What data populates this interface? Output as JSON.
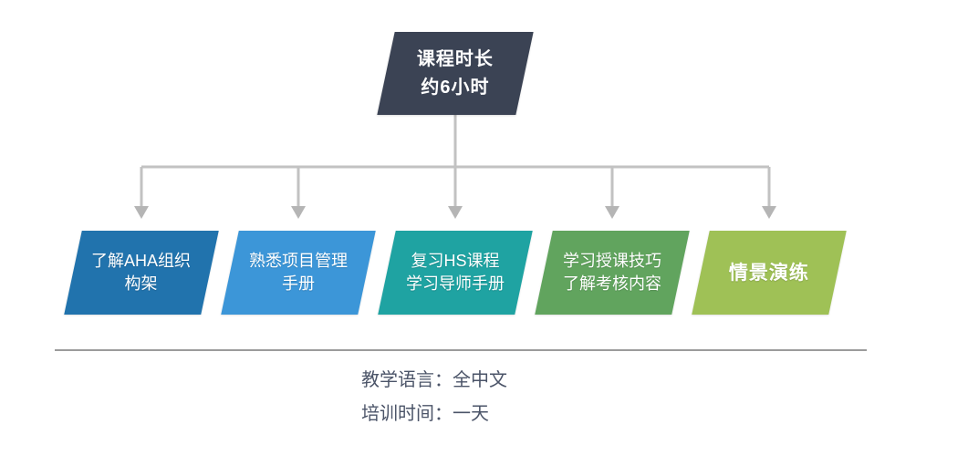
{
  "duration_box": {
    "label": "课程时长\n约6小时",
    "bg": "#3b4354"
  },
  "steps": [
    {
      "label": "了解AHA组织\n构架",
      "bg": "#2173ad"
    },
    {
      "label": "熟悉项目管理\n手册",
      "bg": "#3c96d8"
    },
    {
      "label": "复习HS课程\n学习导师手册",
      "bg": "#1fa3a2"
    },
    {
      "label": "学习授课技巧\n了解考核内容",
      "bg": "#61a45e"
    },
    {
      "label": "情景演练",
      "bg": "#9fc156"
    }
  ],
  "footer": {
    "language": "教学语言：全中文",
    "time": "培训时间：一天"
  },
  "colors": {
    "connector": "#c2c2c2",
    "arrowhead": "#b5b5b5",
    "divider": "#9c9c9c",
    "footer_text": "#4b5468"
  }
}
